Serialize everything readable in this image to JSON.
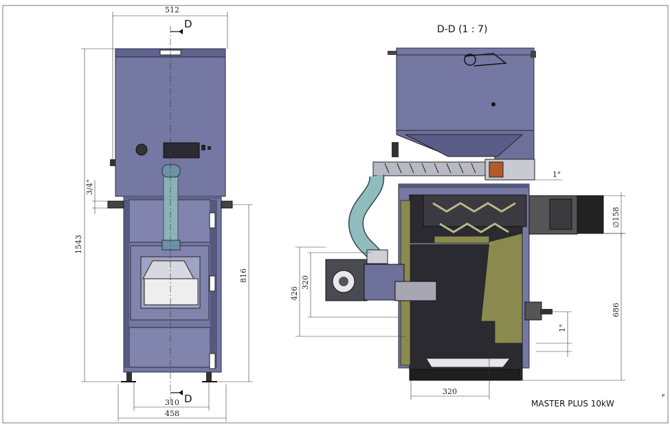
{
  "section_title": "D-D (1 : 7)",
  "model_label": "MASTER PLUS  10kW",
  "corner_mark": "P",
  "front_view": {
    "section_mark_top": "D",
    "section_mark_bottom": "D",
    "dim_width_top": "512",
    "dim_height_total": "1543",
    "dim_pipe_thread": "3/4\"",
    "dim_height_816": "816",
    "dim_leg_span": "310",
    "dim_base_width": "458"
  },
  "section_view": {
    "dim_inlet_thread": "1\"",
    "dim_flue_diameter": "∅158",
    "dim_flue_height": "686",
    "dim_outlet_thread": "1\"",
    "dim_burner_320": "320",
    "dim_burner_426": "426",
    "dim_bottom_320": "320"
  }
}
